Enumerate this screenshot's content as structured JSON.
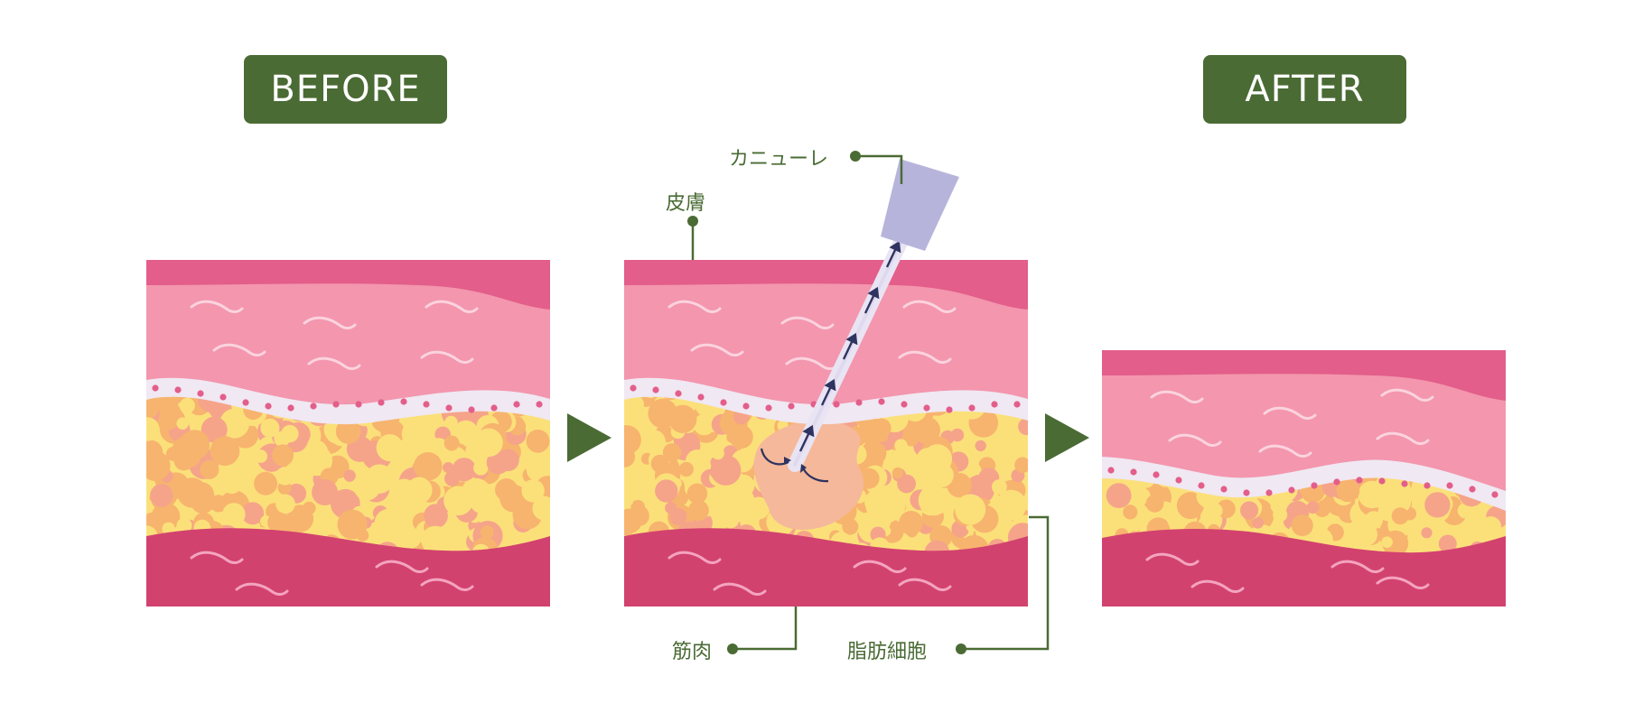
{
  "stages": {
    "before": "BEFORE",
    "after": "AFTER"
  },
  "labels": {
    "cannula": "カニューレ",
    "skin": "皮膚",
    "muscle": "筋肉",
    "fat_cells": "脂肪細胞"
  },
  "colors": {
    "label_green": "#4a6b34",
    "epidermis": "#e35e8a",
    "dermis": "#f396ae",
    "membrane": "#f0e8f2",
    "fat_light": "#fbe07a",
    "fat_mid": "#f7b46e",
    "fat_salmon": "#f5a48a",
    "muscle": "#d2426f",
    "cannula": "#b7b4dc",
    "arrow": "#2e3360"
  }
}
